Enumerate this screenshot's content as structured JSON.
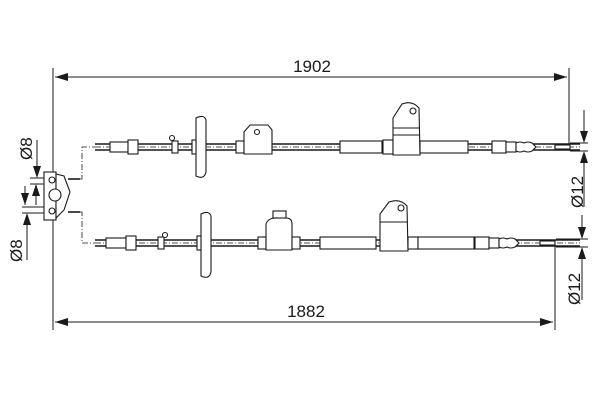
{
  "dimensions": {
    "top_length": "1902",
    "bottom_length": "1882",
    "left_top_diameter": "Ø8",
    "left_bottom_diameter": "Ø8",
    "right_top_diameter": "Ø12",
    "right_bottom_diameter": "Ø12"
  },
  "colors": {
    "line": "#1a1a1a",
    "background": "#ffffff"
  }
}
